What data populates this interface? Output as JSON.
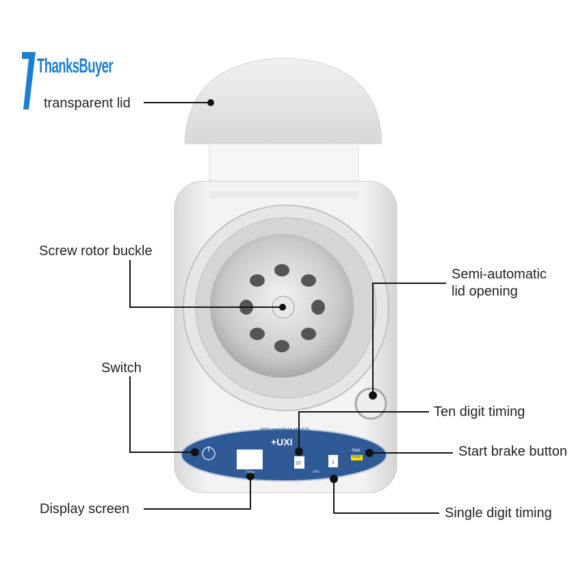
{
  "logo": {
    "text": "ThanksBuyer"
  },
  "device": {
    "model_label": "MINI centrifuge HL-025",
    "brand": "+UXI",
    "time_label": "Time",
    "ten_button": "10",
    "one_button": "1",
    "min_label": "min",
    "start_label": "Start",
    "stop_label": "Stop"
  },
  "callouts": {
    "lid": "transparent lid",
    "rotor": "Screw rotor buckle",
    "semi_auto_1": "Semi-automatic",
    "semi_auto_2": "lid opening",
    "switch": "Switch",
    "ten_digit": "Ten digit timing",
    "start_brake": "Start brake button",
    "display": "Display screen",
    "single_digit": "Single digit timing"
  },
  "colors": {
    "panel": "#2f5a96",
    "logo": "#1d7fd0",
    "stop": "#f3e000"
  }
}
